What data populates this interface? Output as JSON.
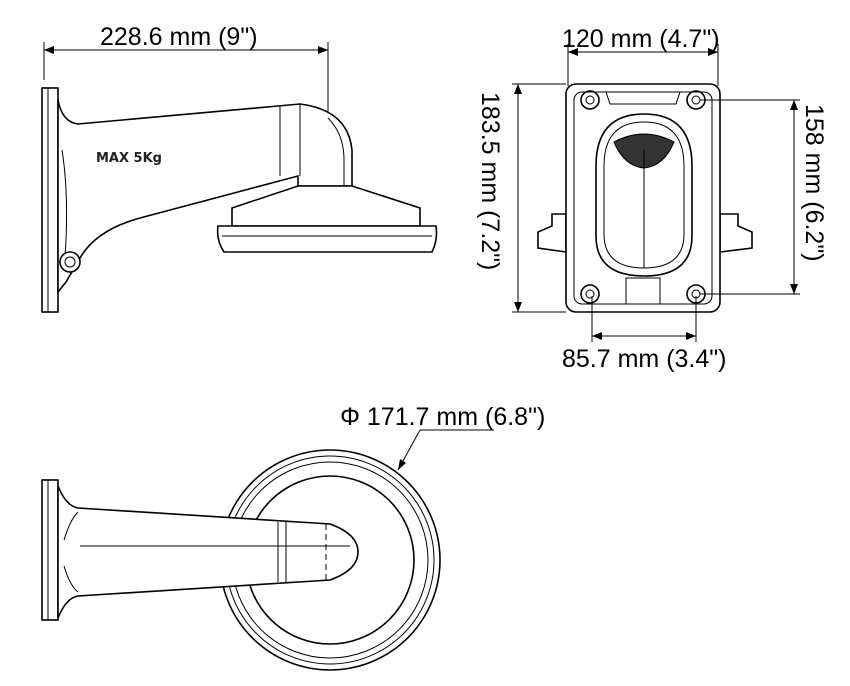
{
  "dimensions": {
    "arm_length": "228.6 mm (9\")",
    "plate_width": "120 mm (4.7\")",
    "plate_height": "183.5 mm (7.2\")",
    "hole_vertical": "158 mm (6.2\")",
    "hole_horizontal": "85.7 mm (3.4\")",
    "base_diameter": "Φ 171.7 mm (6.8\")"
  },
  "label": {
    "max_load": "MAX 5Kg"
  }
}
